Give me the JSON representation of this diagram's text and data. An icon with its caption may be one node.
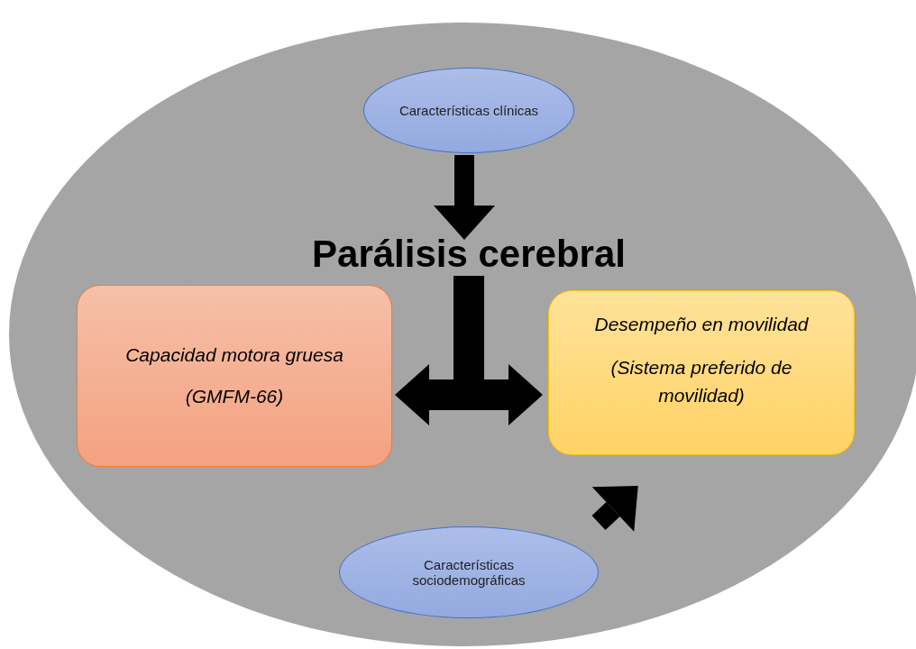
{
  "diagram": {
    "nodes": [
      {
        "text": [],
        "shape": "circle"
      },
      {
        "text": [
          "Parálisis cerebral"
        ],
        "in": 0
      },
      {
        "text": [
          "Características clínicas"
        ],
        "in": 0
      },
      {
        "text": [
          "Capacidad motora gruesa",
          "(GMFM-66)"
        ],
        "in": 0
      },
      {
        "text": [
          "Desempeño en movilidad",
          "(Sistema preferido de movilidad)"
        ],
        "in": 0
      },
      {
        "text": [
          "Características sociodemográficas"
        ],
        "in": 0
      }
    ],
    "edges": [
      {
        "from": 2,
        "to": 1,
        "arrow": "to"
      },
      {
        "from": 1,
        "to": 3,
        "arrow": "to"
      },
      {
        "from": 1,
        "to": 4,
        "arrow": "to"
      },
      {
        "from": 5,
        "to": 4,
        "arrow": "to"
      }
    ]
  }
}
